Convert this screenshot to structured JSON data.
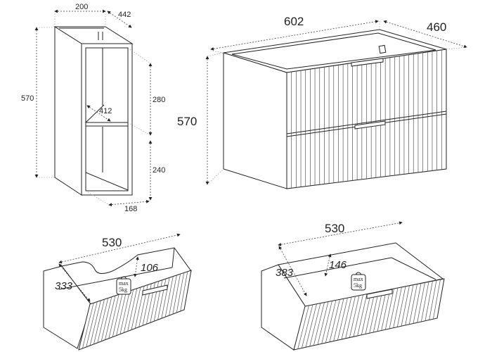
{
  "side_cabinet": {
    "width": "200",
    "depth": "442",
    "height": "570",
    "upper_compartment": "280",
    "lower_compartment": "240",
    "shelf_depth": "412",
    "inner_width": "168"
  },
  "main_cabinet": {
    "width": "602",
    "depth": "460",
    "height": "570"
  },
  "upper_drawer": {
    "width": "530",
    "depth": "333",
    "height": "106",
    "load_max": "max",
    "load_value": "5kg"
  },
  "lower_drawer": {
    "width": "530",
    "depth": "383",
    "height": "146",
    "load_max": "max",
    "load_value": "5kg"
  }
}
